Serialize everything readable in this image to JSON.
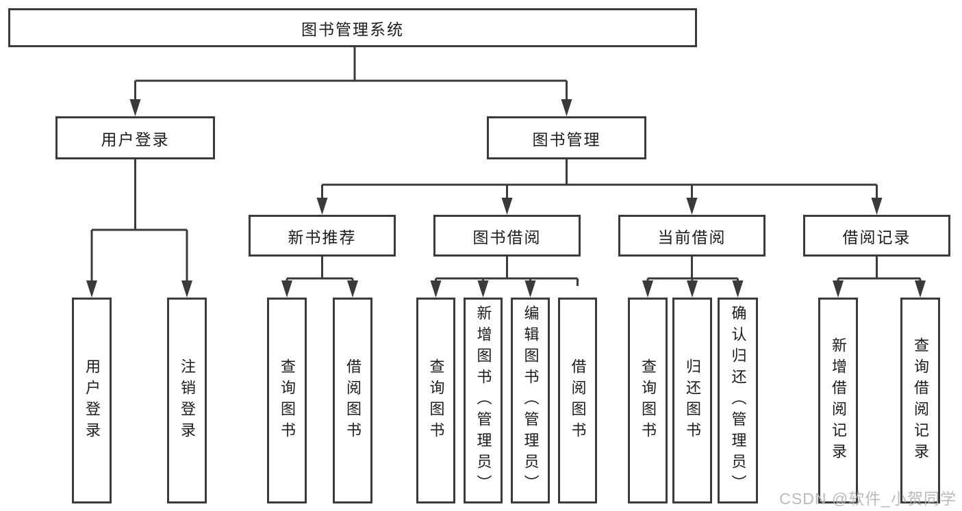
{
  "colors": {
    "line": "#3a3a3a",
    "text": "#1c1c1c",
    "watermark": "#b3b3b3",
    "background": "#ffffff"
  },
  "tree": {
    "root": {
      "label": "图书管理系统"
    },
    "children": [
      {
        "label": "用户登录",
        "children": [
          {
            "label": "用户登录"
          },
          {
            "label": "注销登录"
          }
        ]
      },
      {
        "label": "图书管理",
        "children": [
          {
            "label": "新书推荐",
            "children": [
              {
                "label": "查询图书"
              },
              {
                "label": "借阅图书"
              }
            ]
          },
          {
            "label": "图书借阅",
            "children": [
              {
                "label": "查询图书"
              },
              {
                "label": "新增图书（管理员）"
              },
              {
                "label": "编辑图书（管理员）"
              },
              {
                "label": "借阅图书"
              }
            ]
          },
          {
            "label": "当前借阅",
            "children": [
              {
                "label": "查询图书"
              },
              {
                "label": "归还图书"
              },
              {
                "label": "确认归还（管理员）"
              }
            ]
          },
          {
            "label": "借阅记录",
            "children": [
              {
                "label": "新增借阅记录"
              },
              {
                "label": "查询借阅记录"
              }
            ]
          }
        ]
      }
    ]
  },
  "watermark": {
    "text": "CSDN @软件_小贺同学"
  }
}
